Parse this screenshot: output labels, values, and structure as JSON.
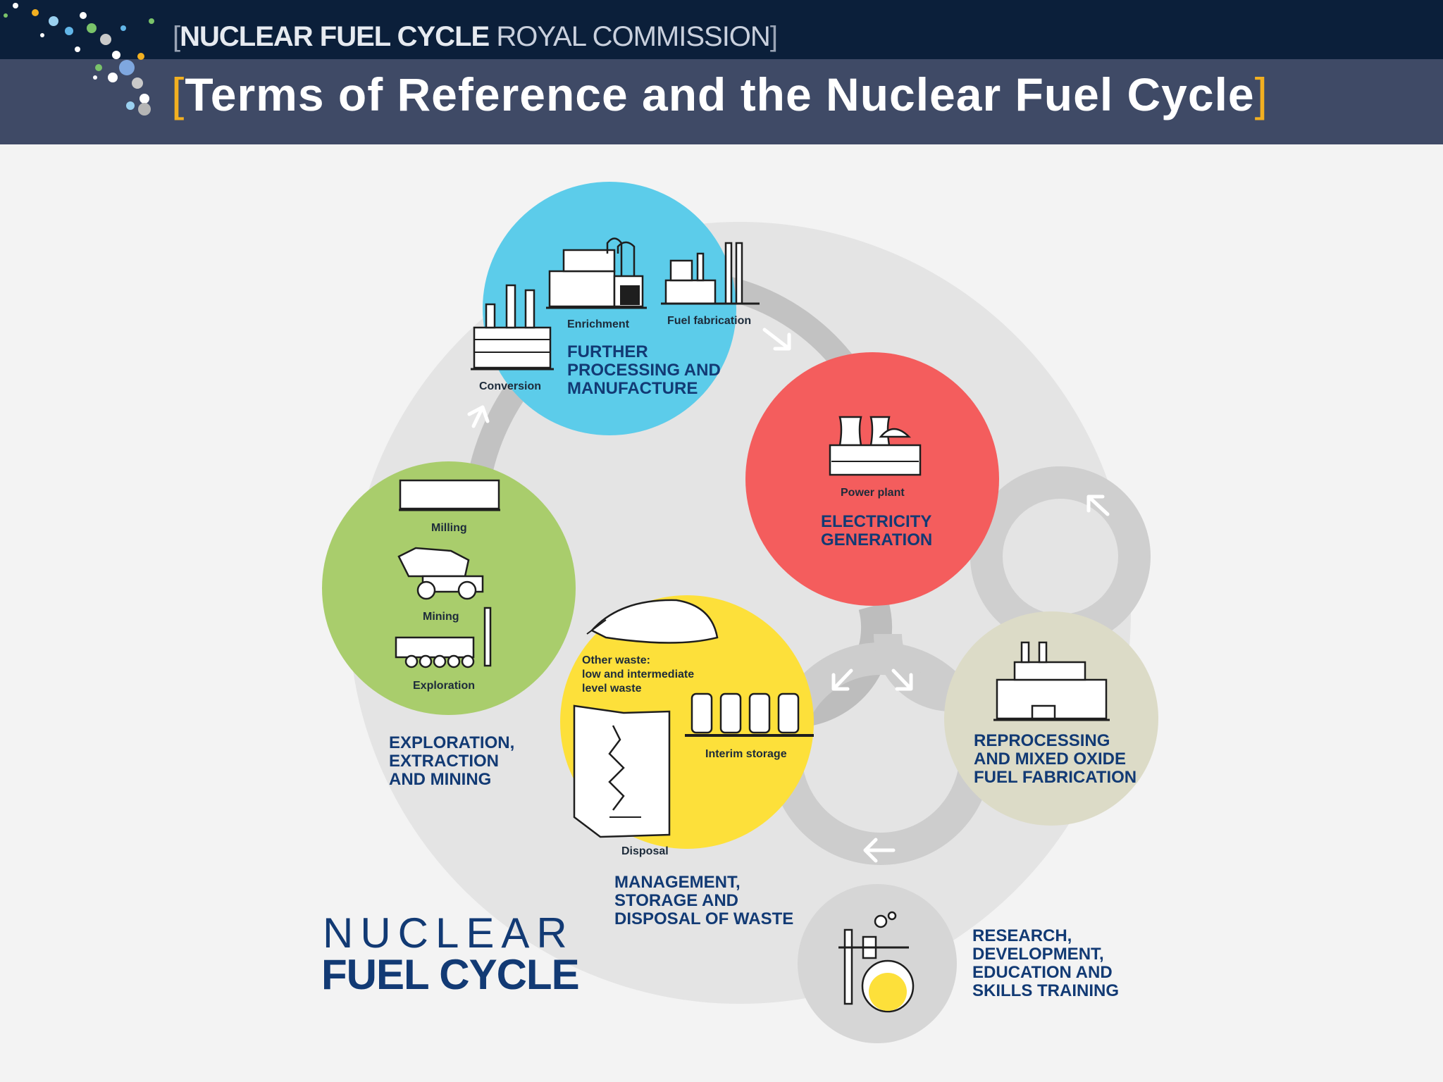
{
  "header": {
    "org_bold": "NUCLEAR FUEL CYCLE",
    "org_light": "ROYAL COMMISSION",
    "title": "Terms of Reference and the Nuclear Fuel Cycle"
  },
  "stages": {
    "processing": {
      "heading": [
        "FURTHER",
        "PROCESSING AND",
        "MANUFACTURE"
      ],
      "items": [
        "Enrichment",
        "Fuel fabrication",
        "Conversion"
      ]
    },
    "electricity": {
      "heading": [
        "ELECTRICITY",
        "GENERATION"
      ],
      "items": [
        "Power plant"
      ]
    },
    "reprocessing": {
      "heading": [
        "REPROCESSING",
        "AND MIXED OXIDE",
        "FUEL FABRICATION"
      ]
    },
    "waste": {
      "heading": [
        "MANAGEMENT,",
        "STORAGE AND",
        "DISPOSAL OF WASTE"
      ],
      "other_waste": [
        "Other waste:",
        "low and intermediate",
        "level waste"
      ],
      "items": [
        "Interim storage",
        "Disposal"
      ]
    },
    "mining": {
      "heading": [
        "EXPLORATION,",
        "EXTRACTION",
        "AND MINING"
      ],
      "items": [
        "Milling",
        "Mining",
        "Exploration"
      ]
    },
    "research": {
      "heading": [
        "RESEARCH,",
        "DEVELOPMENT,",
        "EDUCATION AND",
        "SKILLS TRAINING"
      ]
    }
  },
  "logo": {
    "line1": "NUCLEAR",
    "line2": "FUEL CYCLE"
  },
  "colors": {
    "header_dark": "#0b1f3a",
    "header_band": "#3f4a66",
    "accent_bracket": "#f2b021",
    "blue": "#5cccea",
    "red": "#f45d5d",
    "yellow": "#fde03a",
    "green": "#a9cd6c",
    "beige": "#dcdbc7",
    "grey": "#d6d6d6",
    "text_navy": "#123a74"
  }
}
